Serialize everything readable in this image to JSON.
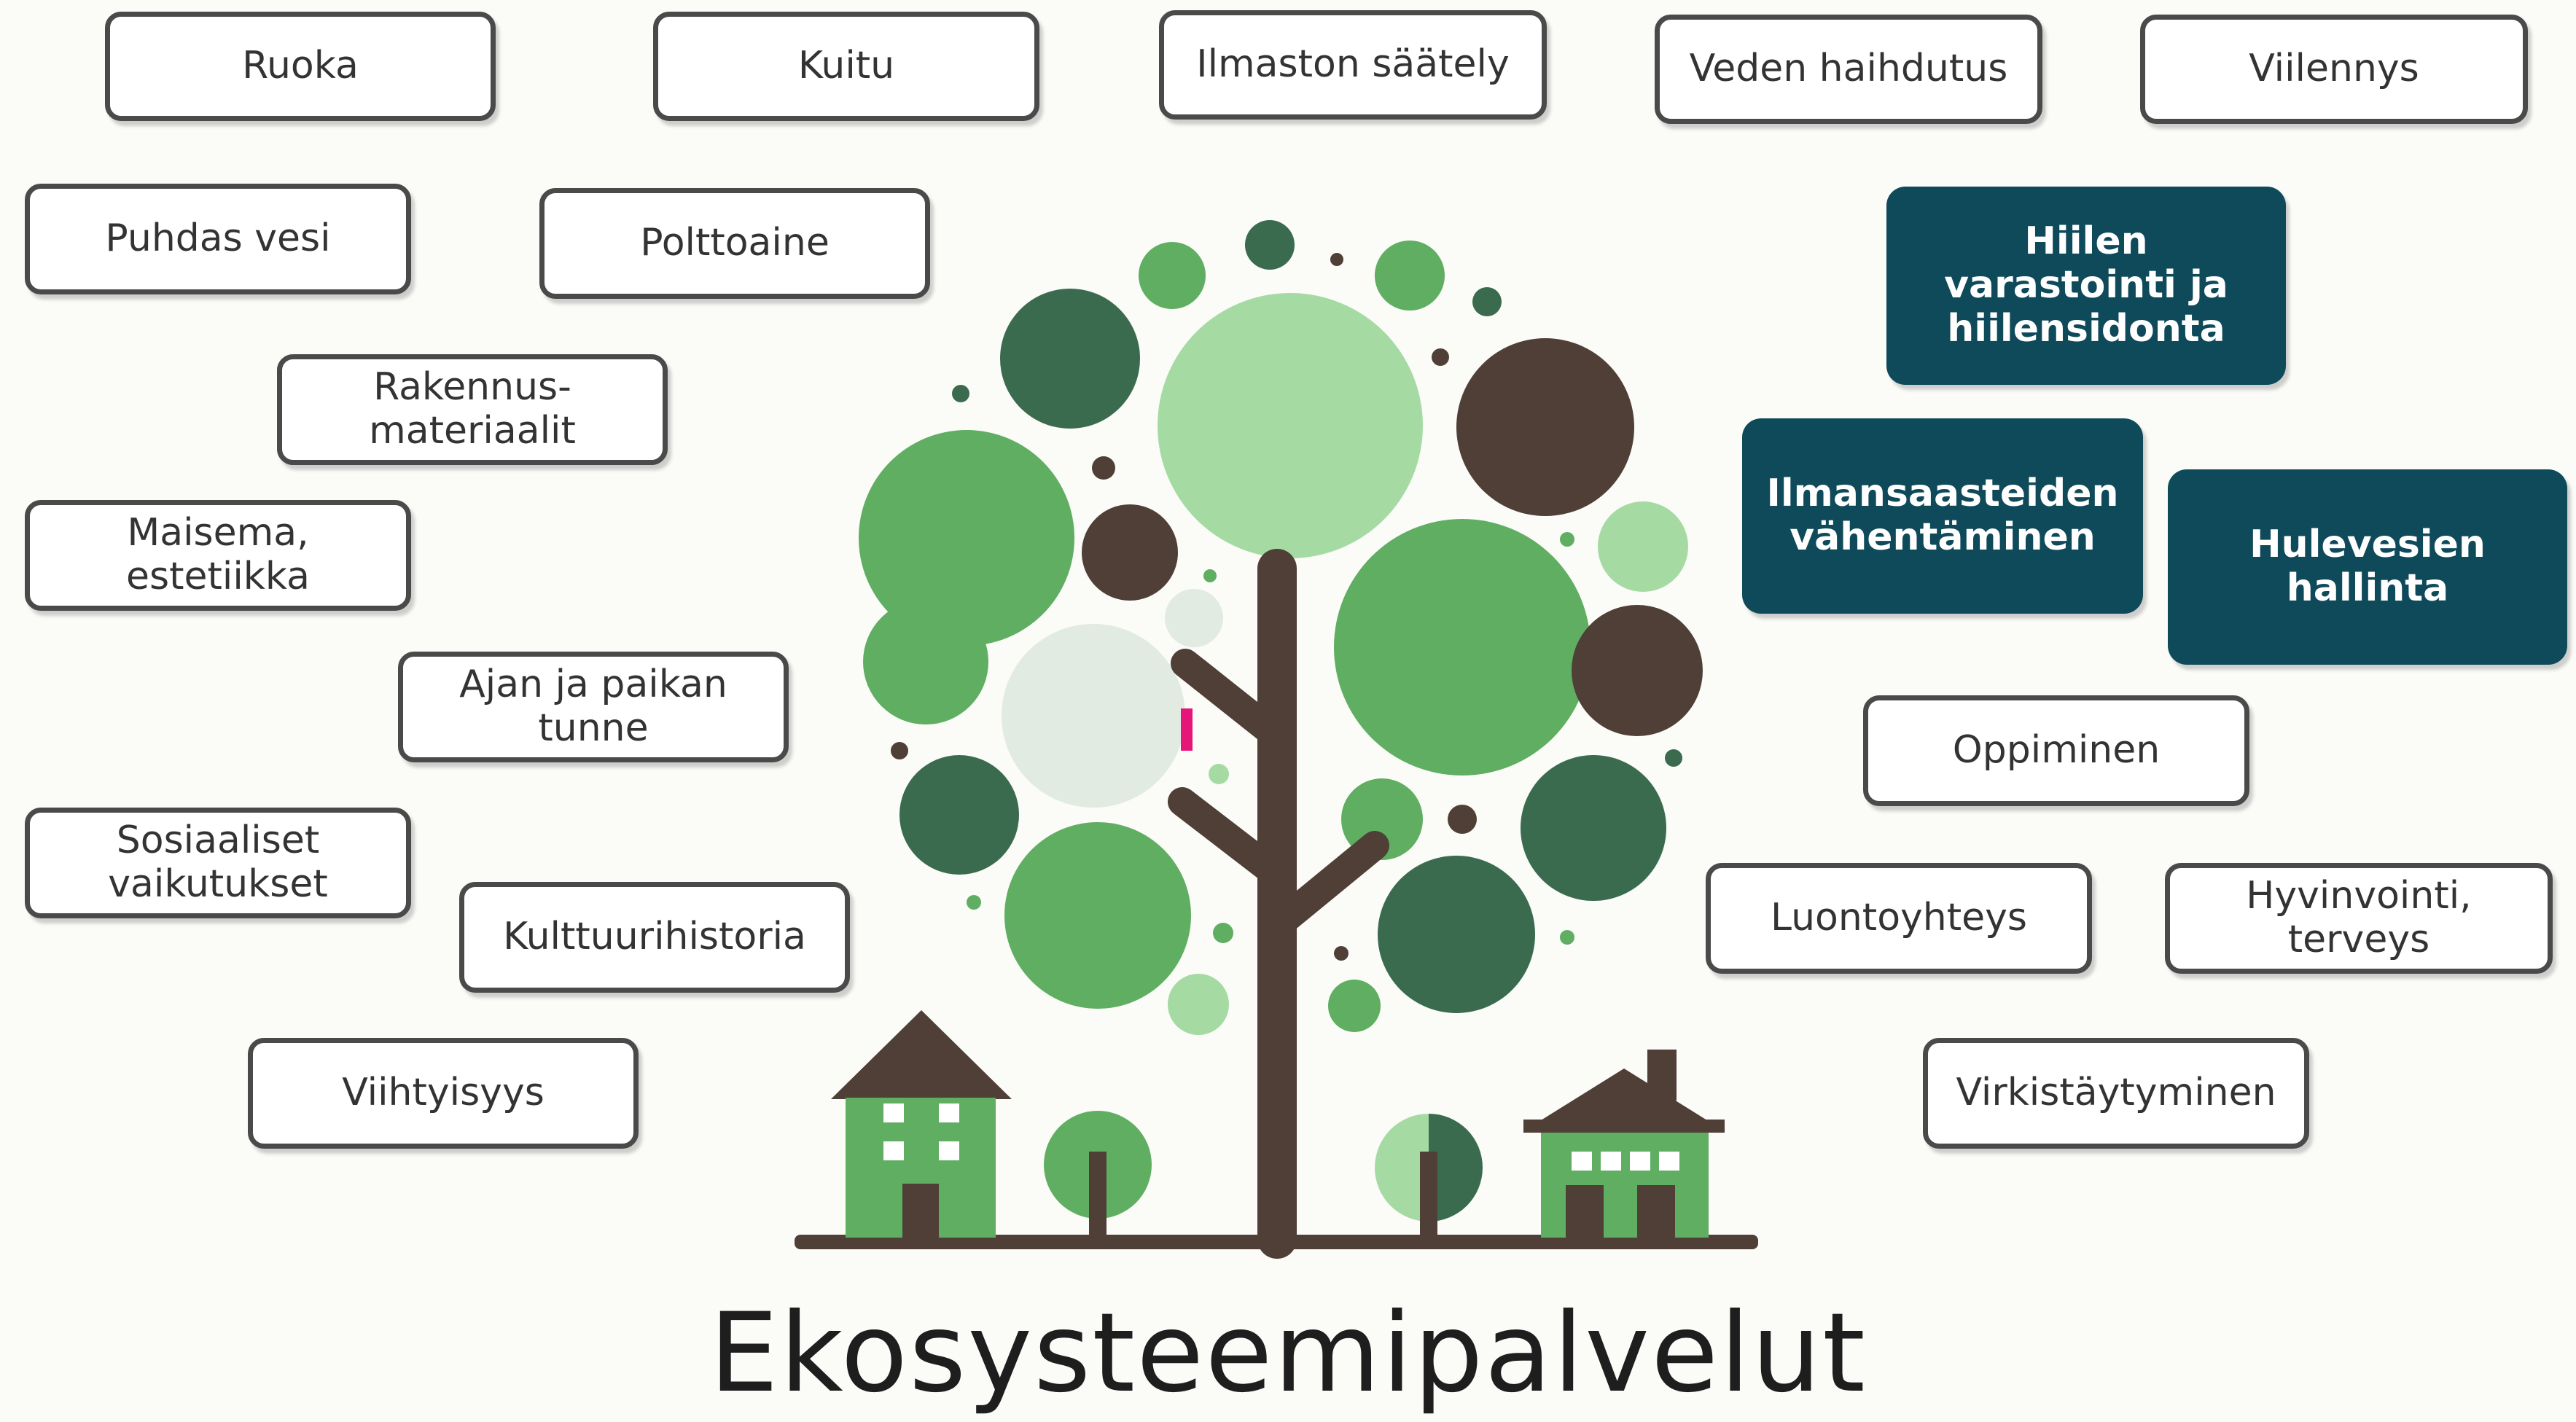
{
  "title": "Ekosysteemipalvelut",
  "colors": {
    "dark_box": "#0f4a5a",
    "leaf_dark": "#3b6b4f",
    "leaf_mid": "#5fae62",
    "leaf_light": "#a5dba3",
    "leaf_pale": "#e2ebe2",
    "brown": "#4f3f37",
    "accent_pink": "#e6157a"
  },
  "services": {
    "ruoka": "Ruoka",
    "kuitu": "Kuitu",
    "ilmaston_saately": "Ilmaston säätely",
    "veden_haihdutus": "Veden haihdutus",
    "viilennys": "Viilennys",
    "puhdas_vesi": "Puhdas vesi",
    "polttoaine": "Polttoaine",
    "rakennusmateriaalit": "Rakennus-\nmateriaalit",
    "maisema": "Maisema,\nestetiikka",
    "ajan_ja_paikan_tunne": "Ajan ja paikan\ntunne",
    "sosiaaliset_vaikutukset": "Sosiaaliset\nvaikutukset",
    "kulttuurihistoria": "Kulttuurihistoria",
    "viihtyisyys": "Viihtyisyys",
    "hiilen_varastointi": "Hiilen\nvarastointi ja\nhiilensidonta",
    "ilmansaasteiden_vahentaminen": "Ilmansaasteiden\nvähentäminen",
    "hulevesien_hallinta": "Hulevesien\nhallinta",
    "oppiminen": "Oppiminen",
    "luontoyhteys": "Luontoyhteys",
    "hyvinvointi": "Hyvinvointi,\nterveys",
    "virkistaytyminen": "Virkistäytyminen"
  }
}
